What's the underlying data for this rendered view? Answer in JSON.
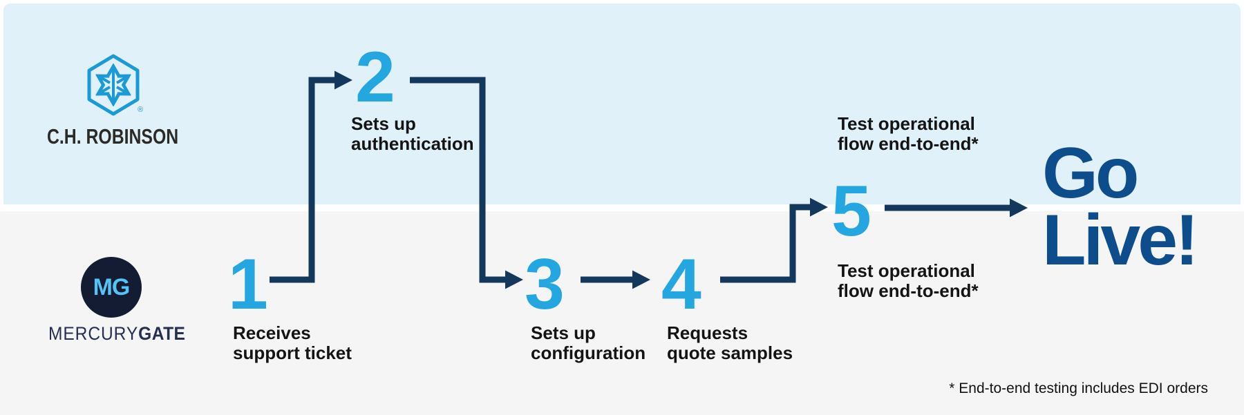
{
  "lanes": {
    "top": {
      "company": "C.H. Robinson",
      "wordmark": "C.H. ROBINSON",
      "registered_mark": "®",
      "bg_color": "#e1f1fa"
    },
    "bottom": {
      "company": "MercuryGate",
      "monogram": "MG",
      "wordmark_light": "MERCURY",
      "wordmark_bold": "GATE",
      "bg_color": "#f5f5f6"
    }
  },
  "steps": [
    {
      "number": "1",
      "lane": "mercurygate",
      "label_lines": [
        "Receives",
        "support ticket"
      ]
    },
    {
      "number": "2",
      "lane": "chrobinson",
      "label_lines": [
        "Sets up",
        "authentication"
      ]
    },
    {
      "number": "3",
      "lane": "mercurygate",
      "label_lines": [
        "Sets up",
        "configuration"
      ]
    },
    {
      "number": "4",
      "lane": "mercurygate",
      "label_lines": [
        "Requests",
        "quote samples"
      ]
    },
    {
      "number": "5",
      "lane": "both",
      "label_top_lines": [
        "Test operational",
        "flow end-to-end*"
      ],
      "label_bottom_lines": [
        "Test operational",
        "flow end-to-end*"
      ]
    }
  ],
  "outcome": {
    "line1": "Go",
    "line2": "Live!"
  },
  "footnote": "* End-to-end testing includes EDI orders",
  "colors": {
    "step_number": "#24a7e1",
    "arrow": "#13385c",
    "go_live": "#0e4d8c",
    "label_text": "#141414",
    "chr_blue": "#1a9ad7",
    "mg_navy": "#141c33",
    "mg_light_blue": "#55c3f5"
  }
}
